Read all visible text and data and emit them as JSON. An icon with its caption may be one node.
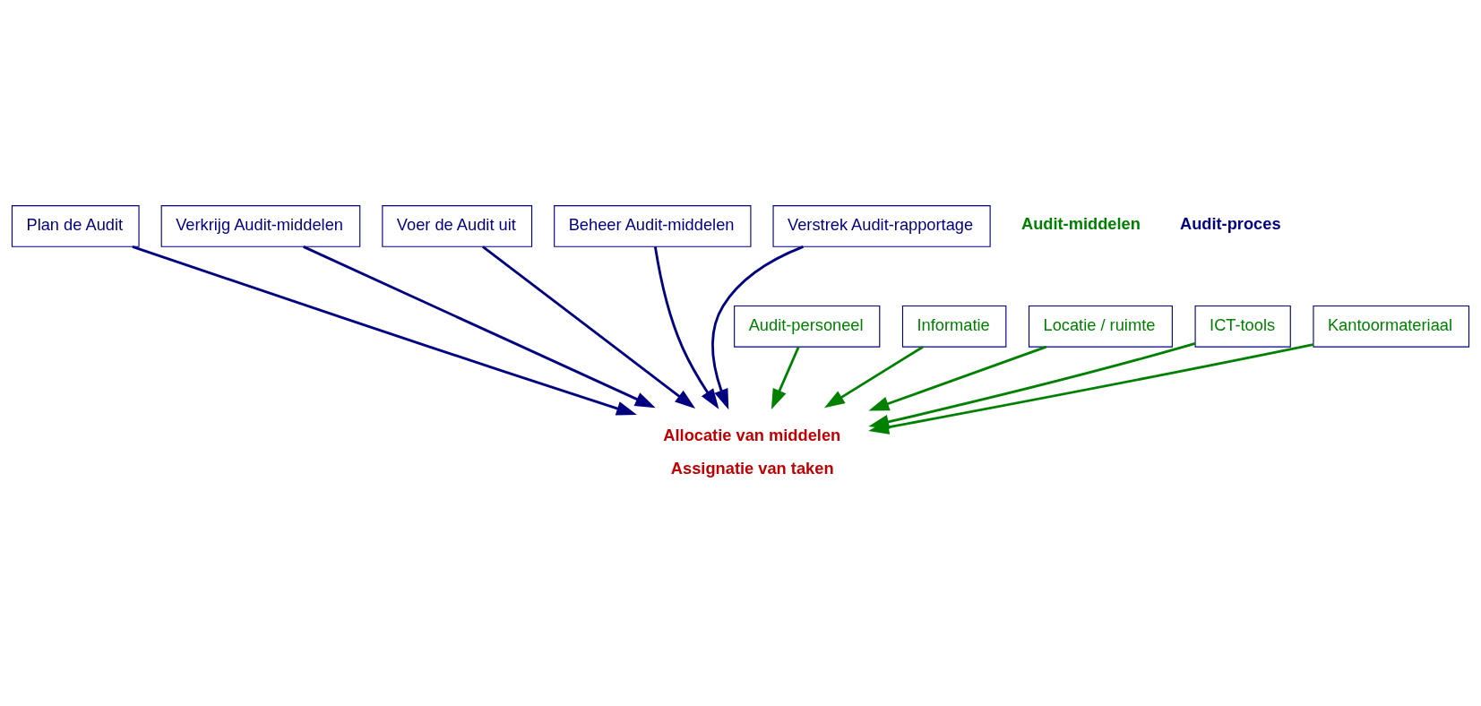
{
  "diagram": {
    "nodes": [
      {
        "text": [
          "Plan de Audit"
        ]
      },
      {
        "text": [
          "Verkrijg Audit-middelen"
        ]
      },
      {
        "text": [
          "Voer de Audit uit"
        ]
      },
      {
        "text": [
          "Beheer Audit-middelen"
        ]
      },
      {
        "text": [
          "Verstrek Audit-rapportage"
        ]
      },
      {
        "text": [
          "Audit-personeel"
        ]
      },
      {
        "text": [
          "Informatie"
        ]
      },
      {
        "text": [
          "Locatie / ruimte"
        ]
      },
      {
        "text": [
          "ICT-tools"
        ]
      },
      {
        "text": [
          "Kantoormateriaal"
        ]
      },
      {
        "text": [
          "Allocatie van middelen",
          "Assignatie van taken"
        ]
      }
    ],
    "edges": [
      {
        "from": 0,
        "to": 10,
        "arrow": "to",
        "color": "#000080"
      },
      {
        "from": 1,
        "to": 10,
        "arrow": "to",
        "color": "#000080"
      },
      {
        "from": 2,
        "to": 10,
        "arrow": "to",
        "color": "#000080"
      },
      {
        "from": 3,
        "to": 10,
        "arrow": "to",
        "color": "#000080"
      },
      {
        "from": 4,
        "to": 10,
        "arrow": "to",
        "color": "#000080"
      },
      {
        "from": 5,
        "to": 10,
        "arrow": "to",
        "color": "#008000"
      },
      {
        "from": 6,
        "to": 10,
        "arrow": "to",
        "color": "#008000"
      },
      {
        "from": 7,
        "to": 10,
        "arrow": "to",
        "color": "#008000"
      },
      {
        "from": 8,
        "to": 10,
        "arrow": "to",
        "color": "#008000"
      },
      {
        "from": 9,
        "to": 10,
        "arrow": "to",
        "color": "#008000"
      }
    ],
    "labels": [
      "Audit-proces",
      "Audit-middelen"
    ]
  }
}
